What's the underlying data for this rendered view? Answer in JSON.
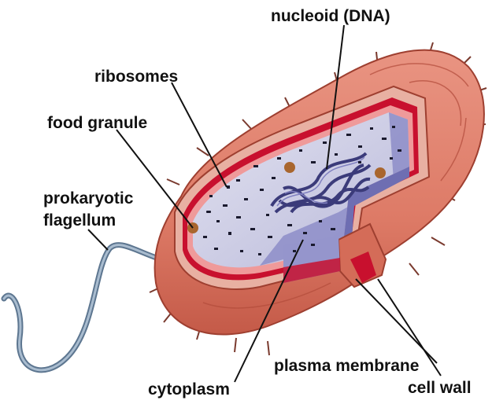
{
  "labels": {
    "nucleoid": "nucleoid (DNA)",
    "ribosomes": "ribosomes",
    "food_granule": "food granule",
    "flagellum_line1": "prokaryotic",
    "flagellum_line2": "flagellum",
    "plasma_membrane": "plasma membrane",
    "cell_wall": "cell wall",
    "cytoplasm": "cytoplasm"
  },
  "colors": {
    "cell_wall": "#dd7a66",
    "cell_wall_dark": "#b84a3a",
    "plasma_membrane": "#c8102e",
    "cytoplasm": "#c9c9e4",
    "cytoplasm_shadow": "#7f7fbf",
    "nucleoid": "#4a4a8c",
    "ribosome": "#1a1a2e",
    "food_granule": "#a9662e",
    "flagellum": "#7f98b0"
  }
}
